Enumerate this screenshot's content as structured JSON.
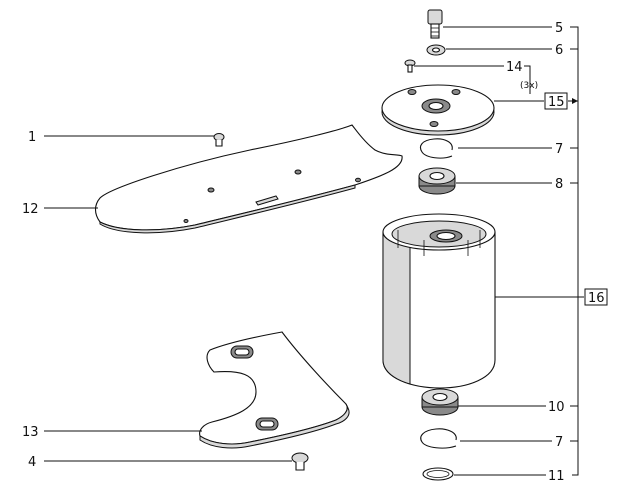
{
  "diagram": {
    "callouts": {
      "c1": "1",
      "c4": "4",
      "c5": "5",
      "c6": "6",
      "c7a": "7",
      "c7b": "7",
      "c8": "8",
      "c10": "10",
      "c11": "11",
      "c12": "12",
      "c13": "13",
      "c14": "14",
      "c14_qty": "(3x)",
      "c15": "15",
      "c16": "16"
    },
    "colors": {
      "line": "#111111",
      "shade": "#d9d9d9",
      "dark": "#8a8a8a",
      "background": "#ffffff"
    }
  }
}
